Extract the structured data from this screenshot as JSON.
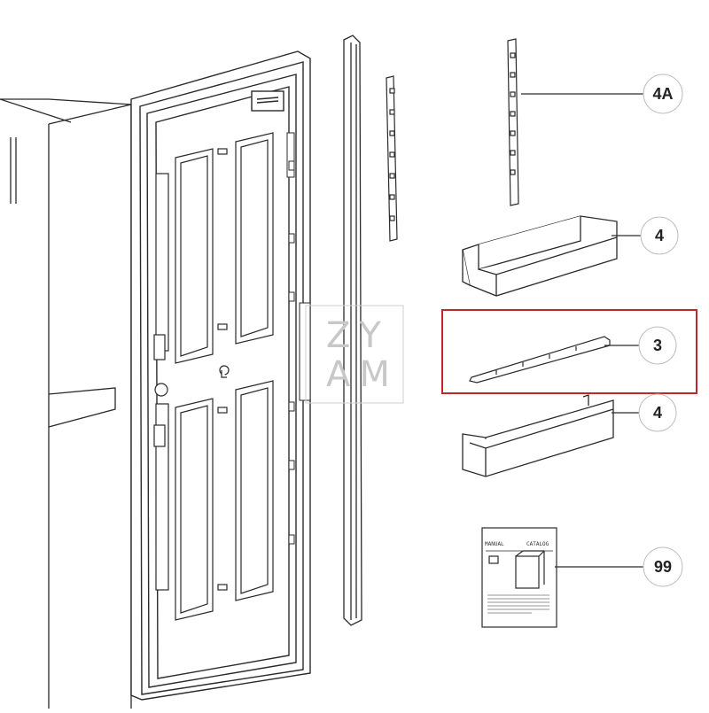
{
  "callouts": [
    {
      "id": "4A",
      "label": "4A"
    },
    {
      "id": "4-upper",
      "label": "4"
    },
    {
      "id": "3",
      "label": "3"
    },
    {
      "id": "4-lower",
      "label": "4"
    },
    {
      "id": "99",
      "label": "99"
    }
  ],
  "highlight": {
    "part": "3",
    "color": "#c0272d"
  },
  "watermark": {
    "line1": "ZY",
    "line2": "AM"
  },
  "manual": {
    "left_heading": "MANUAL",
    "right_heading": "CATALOG"
  },
  "colors": {
    "line": "#2a2a2a",
    "panel": "#ffffff",
    "highlight": "#c0272d",
    "watermark": "#c8c8c8"
  }
}
